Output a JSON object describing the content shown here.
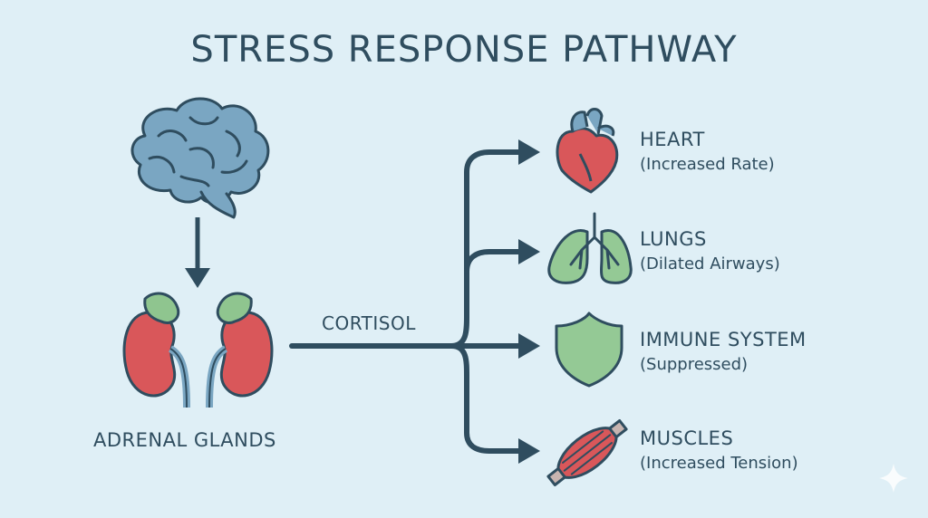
{
  "title": "STRESS RESPONSE PATHWAY",
  "source": {
    "label": "ADRENAL GLANDS",
    "icon": "kidney-adrenal-icon"
  },
  "origin": {
    "icon": "brain-icon"
  },
  "hormone": {
    "label": "CORTISOL"
  },
  "targets": [
    {
      "name": "HEART",
      "effect": "(Increased Rate)",
      "icon": "heart-icon"
    },
    {
      "name": "LUNGS",
      "effect": "(Dilated Airways)",
      "icon": "lungs-icon"
    },
    {
      "name": "IMMUNE SYSTEM",
      "effect": "(Suppressed)",
      "icon": "shield-icon"
    },
    {
      "name": "MUSCLES",
      "effect": "(Increased Tension)",
      "icon": "muscle-icon"
    }
  ],
  "colors": {
    "background": "#dfeff6",
    "text": "#2f4d5f",
    "line": "#2f4d5f",
    "brain": "#7aa6c2",
    "kidney": "#d9575a",
    "adrenal": "#8fc58f",
    "heart": "#d9575a",
    "heart_vessels": "#7aa6c2",
    "lungs": "#94c995",
    "shield": "#94c995",
    "muscle": "#d9575a"
  }
}
